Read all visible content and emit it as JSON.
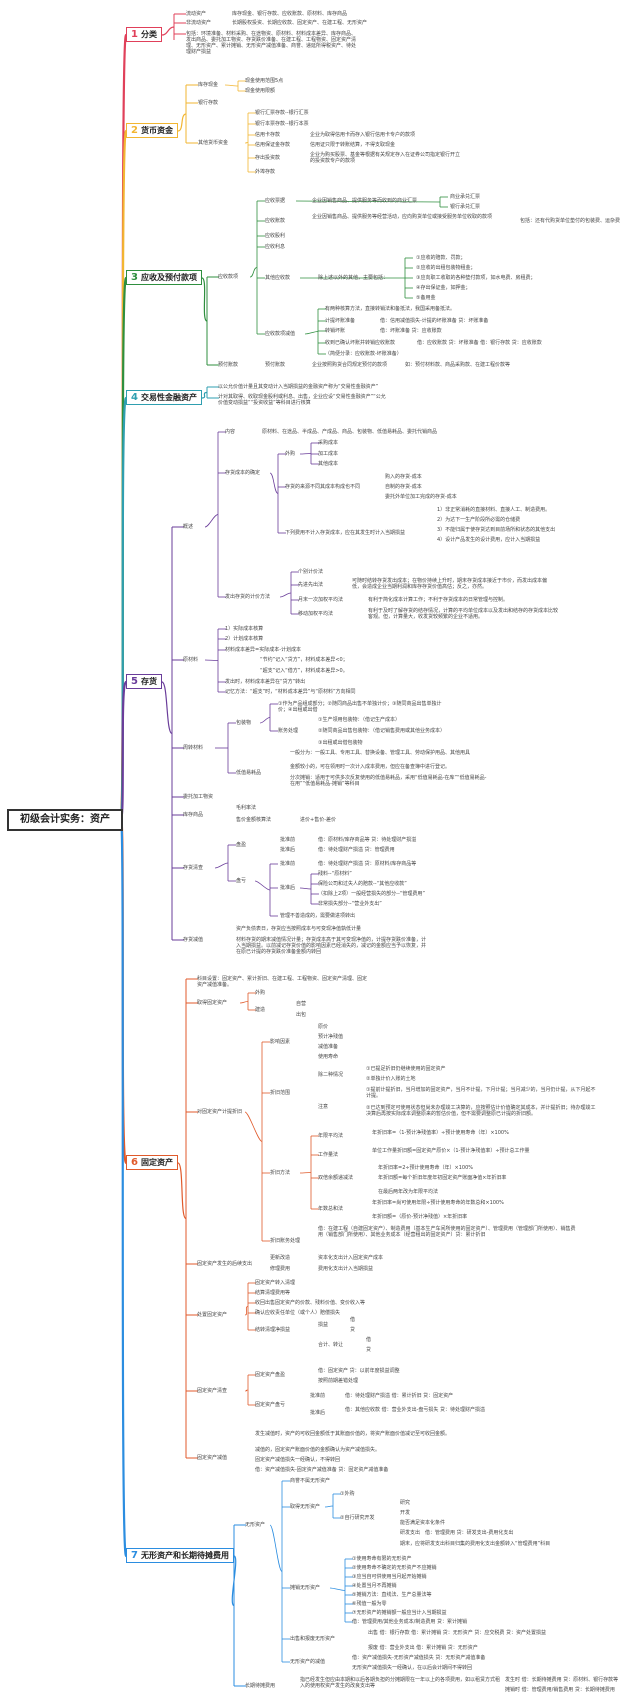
{
  "title": "初级会计实务：资产",
  "colors": {
    "s1": "#e0405a",
    "s2": "#f2b632",
    "s3": "#2f8f3f",
    "s4": "#2f9fb0",
    "s5": "#6a3d9a",
    "s6": "#e05a2b",
    "s7": "#2b8de0"
  },
  "sections": [
    {
      "num": "1",
      "label": "分类"
    },
    {
      "num": "2",
      "label": "货币资金"
    },
    {
      "num": "3",
      "label": "应收及预付款项"
    },
    {
      "num": "4",
      "label": "交易性金融资产"
    },
    {
      "num": "5",
      "label": "存货"
    },
    {
      "num": "6",
      "label": "固定资产"
    },
    {
      "num": "7",
      "label": "无形资产和长期待摊费用"
    }
  ],
  "s1": {
    "a": "流动资产",
    "a1": "库存现金、银行存款、应收账款、原材料、库存商品",
    "b": "非流动资产",
    "b1": "长期股权投资、长期应收款、固定资产、在建工程、无形资产",
    "c": "包括：环境准备、材料采购、在途物资、原材料、材料成本差异、库存商品、发出商品、委托加工物资、存货跌价准备、在建工程、工程物资、固定资产清理、无形资产、累计摊销、无形资产减值准备、商誉、递延所得税资产、待处理财产损益"
  },
  "s2": {
    "a": "库存现金",
    "a1": "现金使用范围5点",
    "a2": "现金使用限额",
    "b": "银行存款",
    "c": "其他货币资金",
    "c1": "银行汇票存款--银行汇票",
    "c2": "银行本票存款--银行本票",
    "c3": "信用卡存款",
    "c3d": "企业为取得信用卡而存入银行信用卡专户的款项",
    "c4": "信用保证金存款",
    "c4d": "信用证只限于转账结算，不得支取现金",
    "c5": "存出投资款",
    "c5d": "企业为购买股票、基金等根据有关规定存入在证券公司指定银行开立的投资款专户的款项",
    "c6": "外埠存款"
  },
  "s3": {
    "a": "应收票据",
    "a1": "企业因销售商品、提供服务等而收到的商业汇票",
    "a1r1": "商业承兑汇票",
    "a1r2": "银行承兑汇票",
    "b": "应收账款",
    "b1": "企业因销售商品、提供服务等经营活动，应向购货单位或接受服务单位收取的款项",
    "b1r": "包括：还有代购货单位垫付的包装费、运杂费",
    "c": "应收股利",
    "d": "应收利息",
    "e": "其他应收款",
    "e1": "除上述以外的其他，主要包括：",
    "e2": "①应收的赔款、罚款；",
    "e3": "②应收的出租包装物租金；",
    "e4": "③应向职工收取的各种垫付款项，如水电费、房租费；",
    "e5": "④存出保证金，如押金；",
    "e6": "⑤备用金",
    "f": "应收款项减值",
    "f1": "有两种核算方法，直接转销法和备抵法，我国采用备抵法。",
    "f2": "计提坏账准备",
    "f2d": "借：信用减值损失-计提的坏账准备 贷：坏账准备",
    "f3": "转销坏账",
    "f3d": "借：坏账准备 贷：应收账款",
    "f4": "收到已确认坏账并转销应收账款",
    "f4d": "借：应收账款 贷：坏账准备 借：银行存款 贷：应收账款",
    "f5": "（简便分录：应收账款-坏账准备）",
    "g": "应收款项",
    "h": "预付账款",
    "h1": "预付账款",
    "h1d": "企业按照购货合同规定预付的款项",
    "h1r": "如：预付材料款、商品采购款、在建工程价款等"
  },
  "s4": {
    "a": "以公允价值计量且其变动计入当期损益的金融资产称为“交易性金融资产”",
    "b": "计对其取得、收取现金股利或利息、出售，企业应设“交易性金融资产”“公允价值变动损益”“投资收益”等科目进行核算"
  },
  "s5": {
    "g1": "概述",
    "g1a": "内容",
    "g1a1": "原材料、在途品、半成品、产成品、商品、包装物、低值易耗品、委托代销商品",
    "g1b": "存货成本的确定",
    "g1b1": "外购",
    "g1b1a": "采购成本",
    "g1b1b": "加工成本",
    "g1b1c": "其他成本",
    "g1b2": "存货的来源不同其成本构成也不同",
    "g1b2a": "购入的存货-成本",
    "g1b2b": "自制的存货-成本",
    "g1b2c": "委托外单位加工完成的存货-成本",
    "g1b3": "下列费用不计入存货成本，应在其发生时计入当期损益",
    "g1b3a": "1）非正常消耗的直接材料、直接人工、制造费用。",
    "g1b3b": "2）为达下一生产阶段所必需的仓储费",
    "g1b3c": "3）不能归属于使存货达到目前场所和状态的其他支出",
    "g1b3d": "4）设计产品发生的设计费用，应计入当期损益",
    "g1c": "发出存货的计价方法",
    "g1c1": "个别计价法",
    "g1c2": "先进先出法",
    "g1c2d": "可随时结转存货发出成本；在物价持续上升时，期末存货成本接近于市价，而发出成本偏低，会造成企业当期利润和库存存货价值高估；反之，亦然。",
    "g1c3": "月末一次加权平均法",
    "g1c3d": "有利于简化成本计算工作；不利于存货成本的日常管理与控制。",
    "g1c4": "移动加权平均法",
    "g1c4d": "有利于及时了解存货的结存情况，计算的平均单位成本以及发出和结存的存货成本比较客观。但，计算量大，收发货较频繁的企业不适用。",
    "g2": "原材料",
    "g2a": "1）实际成本核算",
    "g2b": "2）计划成本核算",
    "g2c": "材料成本差异=实际成本-计划成本",
    "g2d": "“节约”记入“贷方”，材料成本差异<0；",
    "g2e": "“超支”记入“借方”，材料成本差异>0。",
    "g2f": "发出时，材料成本差异在“贷方”转出",
    "g2g": "记忆方法：“超支”时，“材料成本差异”与“原材料”方向相同",
    "g3": "周转材料",
    "g3a": "包装物",
    "g3a1": "①作为产品组成部分；②随同商品出售不单独计价；③随同商品出售单独计价；④出租或出借",
    "g3b": "账务处理",
    "g3b1": "①生产领用包装物：（借记生产成本）",
    "g3b2": "②随同商品出售包装物：（借记销售费用或其他业务成本）",
    "g3b3": "③出租或出借包装物",
    "g3c": "低值易耗品",
    "g3c1": "一般分为：一般工具、专用工具、替换设备、管理工具、劳动保护用品、其他用具",
    "g3c2": "金额较小的，可在领用时一次计入成本费用，但应在备查簿中进行登记。",
    "g3c3": "分次摊销：适用于可供多次反复使用的低值易耗品，采用“低值易耗品-在库”“低值易耗品-在用”“低值易耗品-摊销”等科目",
    "g4": "委托加工物资",
    "g5": "库存商品",
    "g5a": "毛利率法",
    "g5b": "售价金额核算法",
    "g5c": "进价+售价-差价",
    "g6": "存货清查",
    "g6a": "盘盈",
    "g6a1": "批准前",
    "g6a1d": "借：原材料/库存商品等 贷：待处理财产损溢",
    "g6a2": "批准后",
    "g6a2d": "借：待处理财产损溢 贷：管理费用",
    "g6b": "盘亏",
    "g6b1": "批准前",
    "g6b1d": "借：待处理财产损溢 贷：原材料/库存商品等",
    "g6b2": "批准后",
    "g6b2a": "残料--“原材料”",
    "g6b2b": "保险公司和过失人的赔款--“其他应收款”",
    "g6b2c": "（扣除上2项）一般经营损失的部分--“管理费用”",
    "g6b2d": "非常损失部分--“营业外支出”",
    "g6b3": "管理不善造成的，需要做进项转出",
    "g7": "存货减值",
    "g7a": "资产负债表日，存货应当按照成本与可变现净值孰低计量",
    "g7b": "材料存货的期末减值情况计量；存货成本高于其可变现净值的，计提存货跌价准备，计入当期损益。以前减记存货价值的影响因素已经消失的，减记的金额应当予以恢复，并在原已计提的存货跌价准备金额内转回"
  },
  "s6": {
    "a": "科目设置：固定资产、累计折旧、在建工程、工程物资、固定资产清理、固定资产减值准备。",
    "b": "取得固定资产",
    "b1": "外购",
    "b2": "建造",
    "b2a": "自营",
    "b2b": "出包",
    "c": "对固定资产计提折旧",
    "c1": "影响因素",
    "c1a": "原价",
    "c1b": "预计净残值",
    "c1c": "减值准备",
    "c1d": "使用寿命",
    "c2": "折旧范围",
    "c2a": "除二种情况",
    "c2a1": "①已提足折旧仍继续使用的固定资产",
    "c2a2": "②单独计价入账的土地",
    "c2b": "注意",
    "c2b1": "①提前计提折旧，当月增加的固定资产，当月不计提，下月计提；当月减少的，当月仍计提，从下月起不计提。",
    "c2b2": "②已达到预定可使用状态但尚未办理竣工决算的，应按照估计价值确定其成本，并计提折旧；待办理竣工决算后再按实际成本调整原来的暂估价值，但不需要调整原已计提的折旧额。",
    "c3": "折旧方法",
    "c3a": "年限平均法",
    "c3a1": "年折旧率=（1-预计净残值率）÷预计使用寿命（年）×100%",
    "c3b": "工作量法",
    "c3b1": "单位工作量折旧额=固定资产原价×（1-预计净残值率）÷预计总工作量",
    "c3c": "双倍余额递减法",
    "c3c1": "年折旧率=2÷预计使用寿命（年）×100%",
    "c3c2": "年折旧额=每个折旧年度年初固定资产账面净值×年折旧率",
    "c3c3": "在最后两年改为年限平均法",
    "c3d": "年数总和法",
    "c3d1": "年折旧率=尚可使用年限÷预计使用寿命的年数总和×100%",
    "c3d2": "年折旧额=（原价-预计净残值）×年折旧率",
    "c4": "折旧账务处理",
    "c4a": "借：在建工程（自建固定资产）、制造费用（基本生产车间所使用的固定资产）、管理费用（管理部门所使用）、销售费用（销售部门所使用）、其他业务成本（经营租出的固定资产）贷：累计折旧",
    "d": "固定资产发生的后续支出",
    "d1": "更新改造",
    "d1d": "资本化支出计入固定资产成本",
    "d2": "修理费用",
    "d2d": "费用化支出计入当期损益",
    "e": "处置固定资产",
    "e1": "固定资产转入清理",
    "e2": "结算清理费用等",
    "e3": "收回出售固定资产的价款、残料价值、变价收入等",
    "e4": "确认应收责任单位（或个人）赔偿损失",
    "e5": "结转清理净损益",
    "e5a": "损益",
    "e5b": "借",
    "e5c": "贷",
    "e5d": "合计、转让",
    "e5e": "借",
    "e5f": "贷",
    "f": "固定资产清查",
    "f1": "固定资产盘盈",
    "f1d": "借：固定资产 贷：以前年度损益调整",
    "f1d2": "按照前期差错处理",
    "f2": "固定资产盘亏",
    "f2a": "批准前",
    "f2ad": "借：待处理财产损溢 借：累计折旧 贷：固定资产",
    "f2b": "批准后",
    "f2bd": "借：其他应收款 借：营业外支出-盘亏损失 贷：待处理财产损溢",
    "g": "固定资产减值",
    "g1": "发生减值时，资产的可收回金额低于其账面价值的，将资产账面价值减记至可收回金额。",
    "g2": "减值的，固定资产账面价值的金额确认为资产减值损失。",
    "g3": "固定资产减值损失一经确认，不得转回",
    "g4": "借：资产减值损失-固定资产减值准备 贷：固定资产减值准备"
  },
  "s7": {
    "a": "无形资产",
    "a1": "商誉不属无形资产",
    "a2": "取得无形资产",
    "a2a": "①外购",
    "a2b": "②自行研究开发",
    "a2b1": "研究",
    "a2b2": "开发",
    "a2b3": "能否满足资本化条件",
    "a2b4": "研发支出",
    "a2b5": "借：管理费用 贷：研发支出-费用化支出",
    "a2b6": "期末，应将研发支出科目归集的费用化支出金额转入“管理费用”科目",
    "a3": "摊销无形资产",
    "a3a": "①使用寿命有限的无形资产",
    "a3b": "②使用寿命不确定的无形资产不应摊销",
    "a3c": "③应当自可供使用当月起开始摊销",
    "a3d": "④处置当月不再摊销",
    "a3e": "⑤摊销方法：直线法、生产总量法等",
    "a3f": "⑥残值一般为零",
    "a3g": "⑦无形资产的摊销额一般应当计入当期损益",
    "a3h": "借：管理费用/其他业务成本/制造费用 贷：累计摊销",
    "a4": "出售和报废无形资产",
    "a4a": "出售 借：银行存款 借：累计摊销 贷：无形资产 贷：应交税费 贷：资产处置损益",
    "a4b": "报废 借：营业外支出 借：累计摊销 贷：无形资产",
    "a5": "无形资产的减值",
    "a5a": "借：资产减值损失-无形资产减值损失 贷：无形资产减值准备",
    "a5b": "无形资产减值损失一经确认，在以后会计期间不得转回",
    "b": "长期待摊费用",
    "b1": "指已经发生但应由本期和以后各期负担的分摊期限在一年以上的各项费用，如以租赁方式租入的使用权资产发生的改良支出等",
    "b1a": "发生时 借：长期待摊费用 贷：原材料、银行存款等",
    "b1b": "摊销时 借：管理费用/销售费用 贷：长期待摊费用"
  }
}
